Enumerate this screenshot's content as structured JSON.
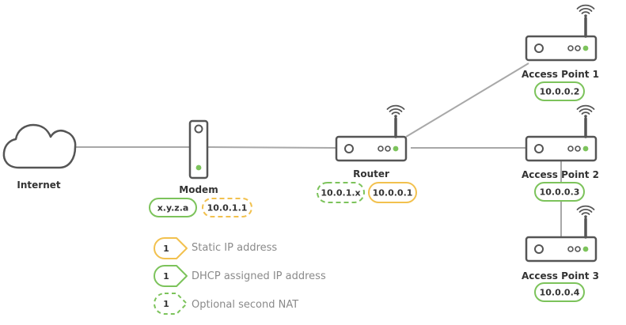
{
  "colors": {
    "line": "#a8a8a8",
    "device_stroke": "#555555",
    "led": "#7cc35b",
    "static": "#f2c14e",
    "dhcp": "#7cc35b",
    "nat": "#7cc35b",
    "text": "#333333",
    "legend_text": "#8a8a8a"
  },
  "nodes": {
    "internet": {
      "label": "Internet",
      "icon": "cloud-icon"
    },
    "modem": {
      "label": "Modem",
      "icon": "modem-icon",
      "ips": {
        "dhcp": "x.y.z.a",
        "static_nat": "10.0.1.1"
      }
    },
    "router": {
      "label": "Router",
      "icon": "router-icon",
      "ips": {
        "dhcp_nat": "10.0.1.x",
        "static": "10.0.0.1"
      }
    },
    "ap1": {
      "label": "Access Point 1",
      "icon": "access-point-icon",
      "ip": "10.0.0.2"
    },
    "ap2": {
      "label": "Access Point 2",
      "icon": "access-point-icon",
      "ip": "10.0.0.3"
    },
    "ap3": {
      "label": "Access Point 3",
      "icon": "access-point-icon",
      "ip": "10.0.0.4"
    }
  },
  "legend": {
    "number": "1",
    "static": "Static IP address",
    "dhcp": "DHCP assigned IP address",
    "nat": "Optional second NAT"
  }
}
